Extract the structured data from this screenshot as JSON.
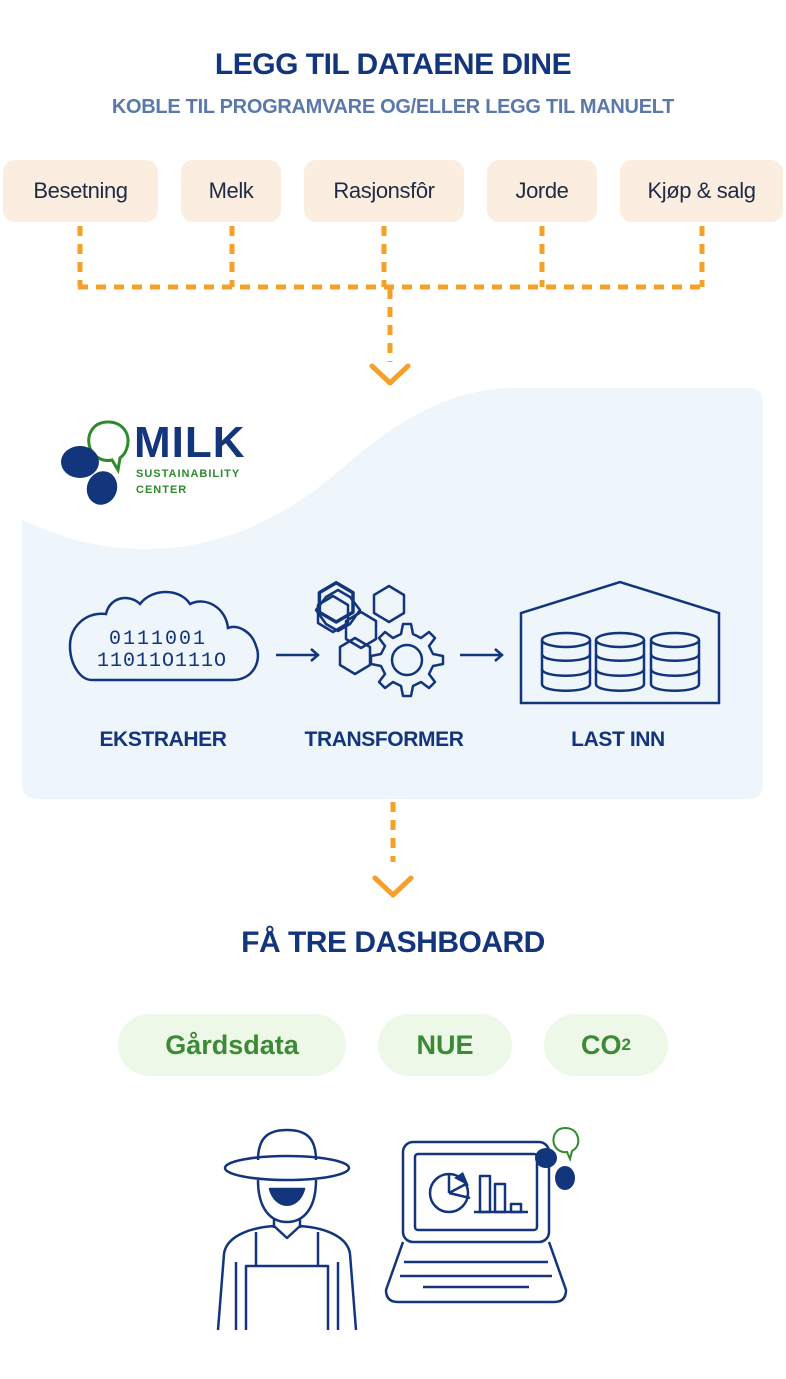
{
  "header": {
    "title": "LEGG TIL DATAENE DINE",
    "subtitle": "KOBLE TIL PROGRAMVARE OG/ELLER LEGG TIL MANUELT"
  },
  "sources": [
    "Besetning",
    "Melk",
    "Rasjonsfôr",
    "Jorde",
    "Kjøp & salg"
  ],
  "logo": {
    "name": "MILK",
    "line1": "SUSTAINABILITY",
    "line2": "CENTER"
  },
  "etl": {
    "extract_label": "EKSTRAHER",
    "transform_label": "TRANSFORMER",
    "load_label": "LAST INN",
    "binary_row1": "0111001",
    "binary_row2": "11011O111O"
  },
  "dashboards": {
    "title": "FÅ TRE DASHBOARD",
    "items": [
      "Gårdsdata",
      "NUE",
      "CO"
    ],
    "co2_subscript": "2"
  },
  "colors": {
    "navy": "#13357c",
    "orange_connector": "#f5a02a",
    "source_bg": "#fbeee0",
    "pill_bg": "#eef8e8",
    "pill_text": "#3b8a36",
    "panel_bg": "#eef5fb"
  }
}
